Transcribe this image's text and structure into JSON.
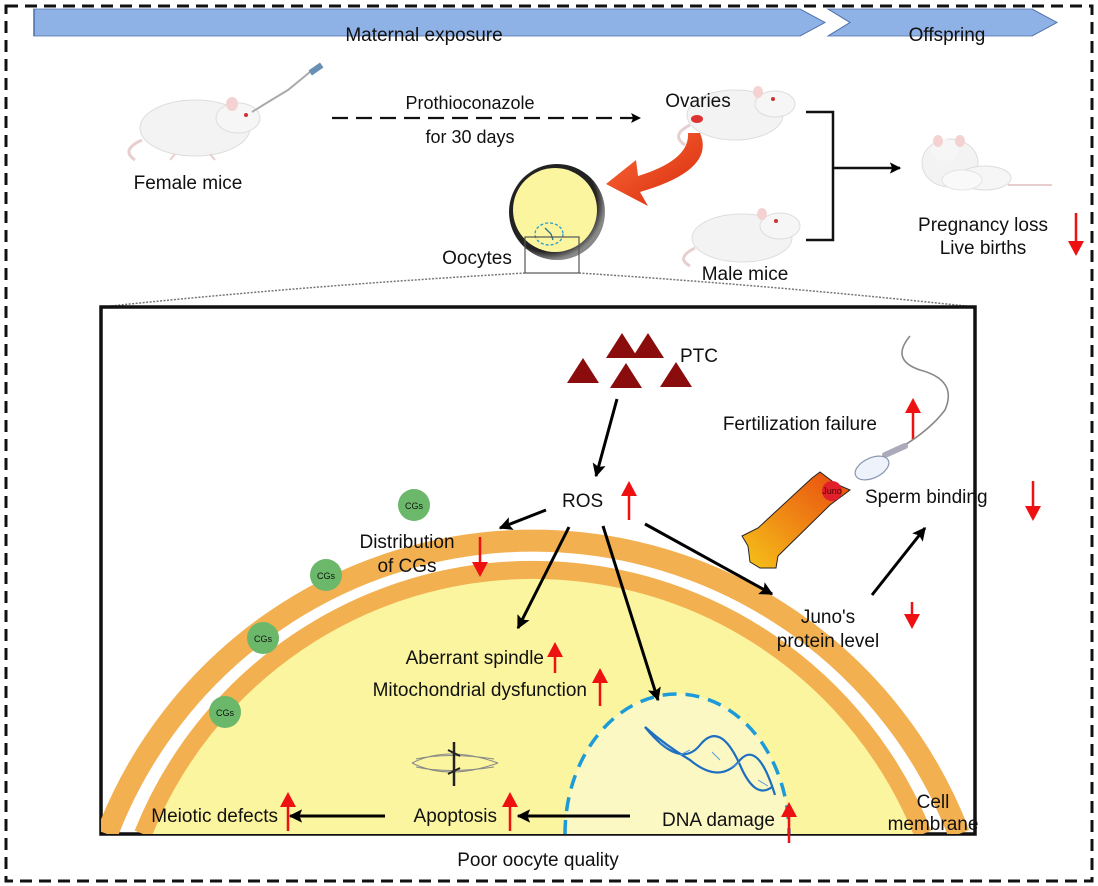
{
  "banner": {
    "phase1": "Maternal exposure",
    "phase2": "Offspring"
  },
  "top": {
    "female_mice": "Female mice",
    "treatment_line1": "Prothioconazole",
    "treatment_line2": "for 30 days",
    "ovaries": "Ovaries",
    "oocytes": "Oocytes",
    "male_mice": "Male mice",
    "outcome_line1": "Pregnancy loss",
    "outcome_line2": "Live births",
    "outcome_trend": "down"
  },
  "detail": {
    "ptc": "PTC",
    "ros": "ROS",
    "ros_trend": "up",
    "fertilization_failure": "Fertilization failure",
    "fertilization_trend": "up",
    "juno_badge": "Juno",
    "sperm_binding": "Sperm binding",
    "sperm_trend": "down",
    "juno_line1": "Juno's",
    "juno_line2": "protein level",
    "juno_trend": "down",
    "distribution_line1": "Distribution",
    "distribution_line2": "of CGs",
    "distribution_trend": "down",
    "aberrant_spindle": "Aberrant spindle",
    "spindle_trend": "up",
    "mito": "Mitochondrial dysfunction",
    "mito_trend": "up",
    "meiotic": "Meiotic defects",
    "meiotic_trend": "up",
    "apoptosis": "Apoptosis",
    "apoptosis_trend": "up",
    "dna_damage": "DNA damage",
    "dna_trend": "up",
    "cell_line1": "Cell",
    "cell_line2": "membrane",
    "cgs_label": "CGs"
  },
  "footer": {
    "caption": "Poor oocyte quality"
  },
  "colors": {
    "banner": "#8eb1e6",
    "membrane": "#f2b050",
    "cytoplasm": "#fbf59f",
    "cgs": "#6cb86a",
    "up_down_arrow": "#ee1111",
    "ptc": "#8b0c0c",
    "nucleus": "#1c9bd8"
  }
}
